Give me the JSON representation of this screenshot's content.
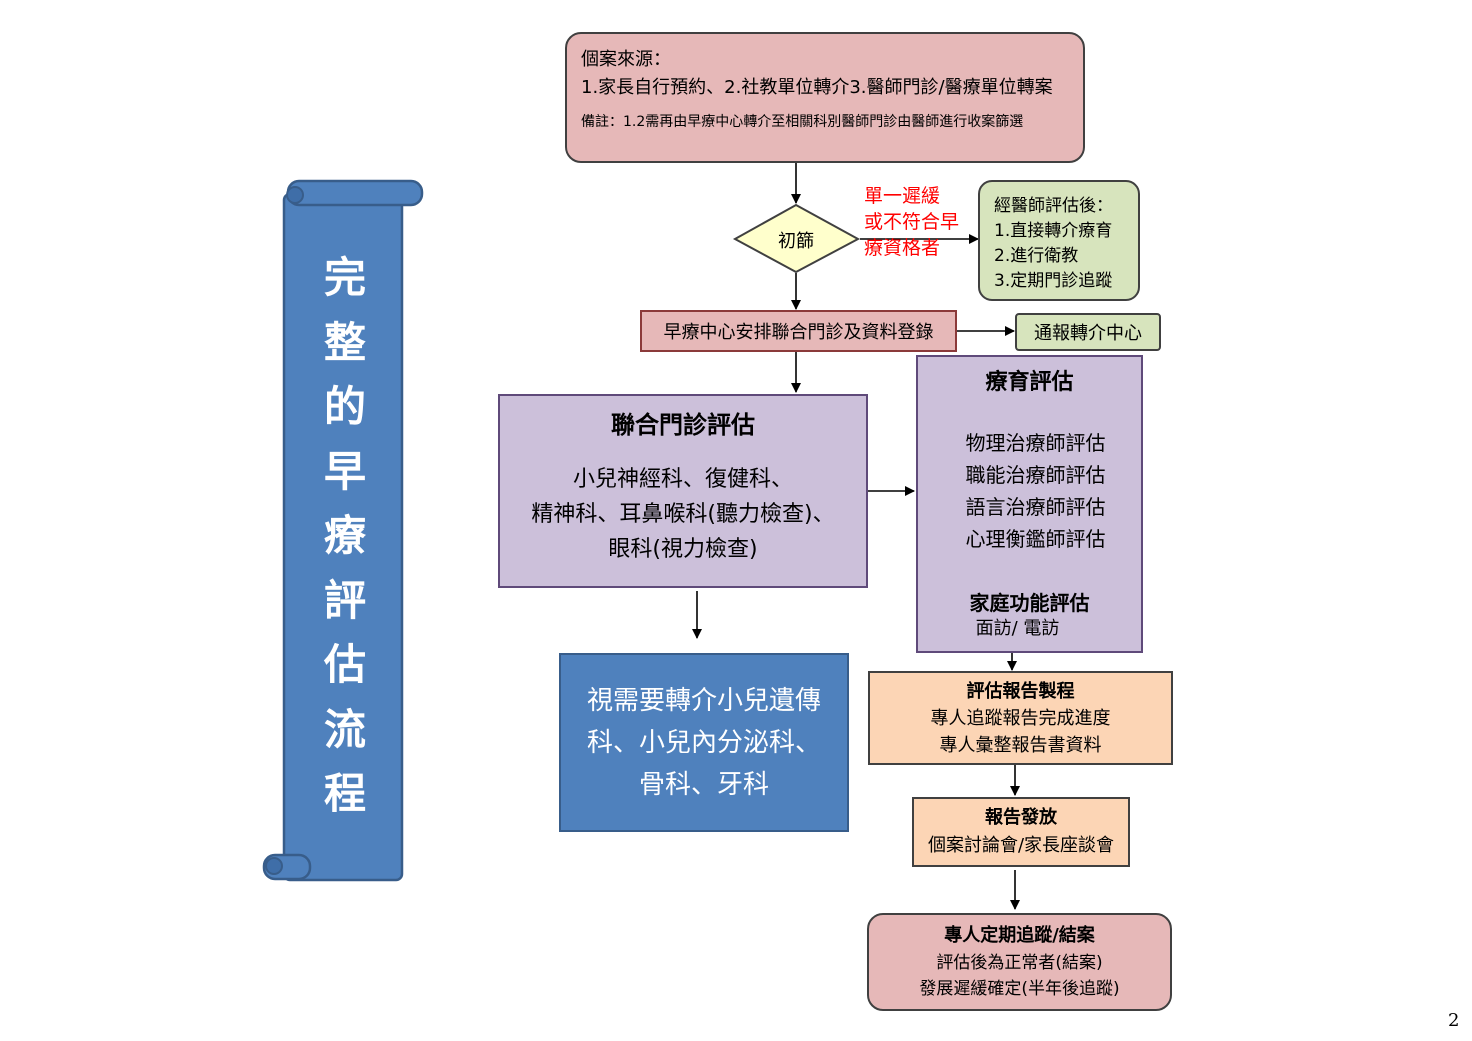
{
  "title_scroll": {
    "chars": [
      "完",
      "整",
      "的",
      "早",
      "療",
      "評",
      "估",
      "流",
      "程"
    ]
  },
  "source_box": {
    "heading": "個案來源：",
    "sources": "1.家長自行預約、2.社教單位轉介3.醫師門診/醫療單位轉案",
    "note": "備註：1.2需再由早療中心轉介至相關科別醫師門診由醫師進行收案篩選"
  },
  "screening": {
    "label": "初篩",
    "branch_lines": [
      "單一遲緩",
      "或不符合早",
      "療資格者"
    ]
  },
  "doctor_box": {
    "lines": [
      "經醫師評估後：",
      "1.直接轉介療育",
      "2.進行衛教",
      "3.定期門診追蹤"
    ]
  },
  "arrange_box": {
    "label": "早療中心安排聯合門診及資料登錄"
  },
  "report_center": {
    "label": "通報轉介中心"
  },
  "joint_clinic": {
    "title": "聯合門診評估",
    "lines": [
      "小兒神經科、復健科、",
      "精神科、耳鼻喉科(聽力檢查)、",
      "眼科(視力檢查)"
    ]
  },
  "referral_box": {
    "lines": [
      "視需要轉介小兒遺傳",
      "科、小兒內分泌科、",
      "骨科、牙科"
    ]
  },
  "therapy_eval": {
    "title": "療育評估",
    "lines": [
      "物理治療師評估",
      "職能治療師評估",
      "語言治療師評估",
      "心理衡鑑師評估"
    ],
    "family_title": "家庭功能評估",
    "family_sub": "面訪/ 電訪"
  },
  "report_making": {
    "title": "評估報告製程",
    "lines": [
      "專人追蹤報告完成進度",
      "專人彙整報告書資料"
    ]
  },
  "report_release": {
    "title": "報告發放",
    "sub": "個案討論會/家長座談會"
  },
  "followup": {
    "title": "專人定期追蹤/結案",
    "lines": [
      "評估後為正常者(結案)",
      "發展遲緩確定(半年後追蹤)"
    ]
  },
  "page_number": "2",
  "colors": {
    "pink": "#e6b8b8",
    "green": "#d7e4bd",
    "purple": "#ccc0da",
    "peach": "#fcd5b5",
    "blue": "#4f81bd",
    "diamond": "#ffffcc",
    "red_text": "#ff0000"
  }
}
